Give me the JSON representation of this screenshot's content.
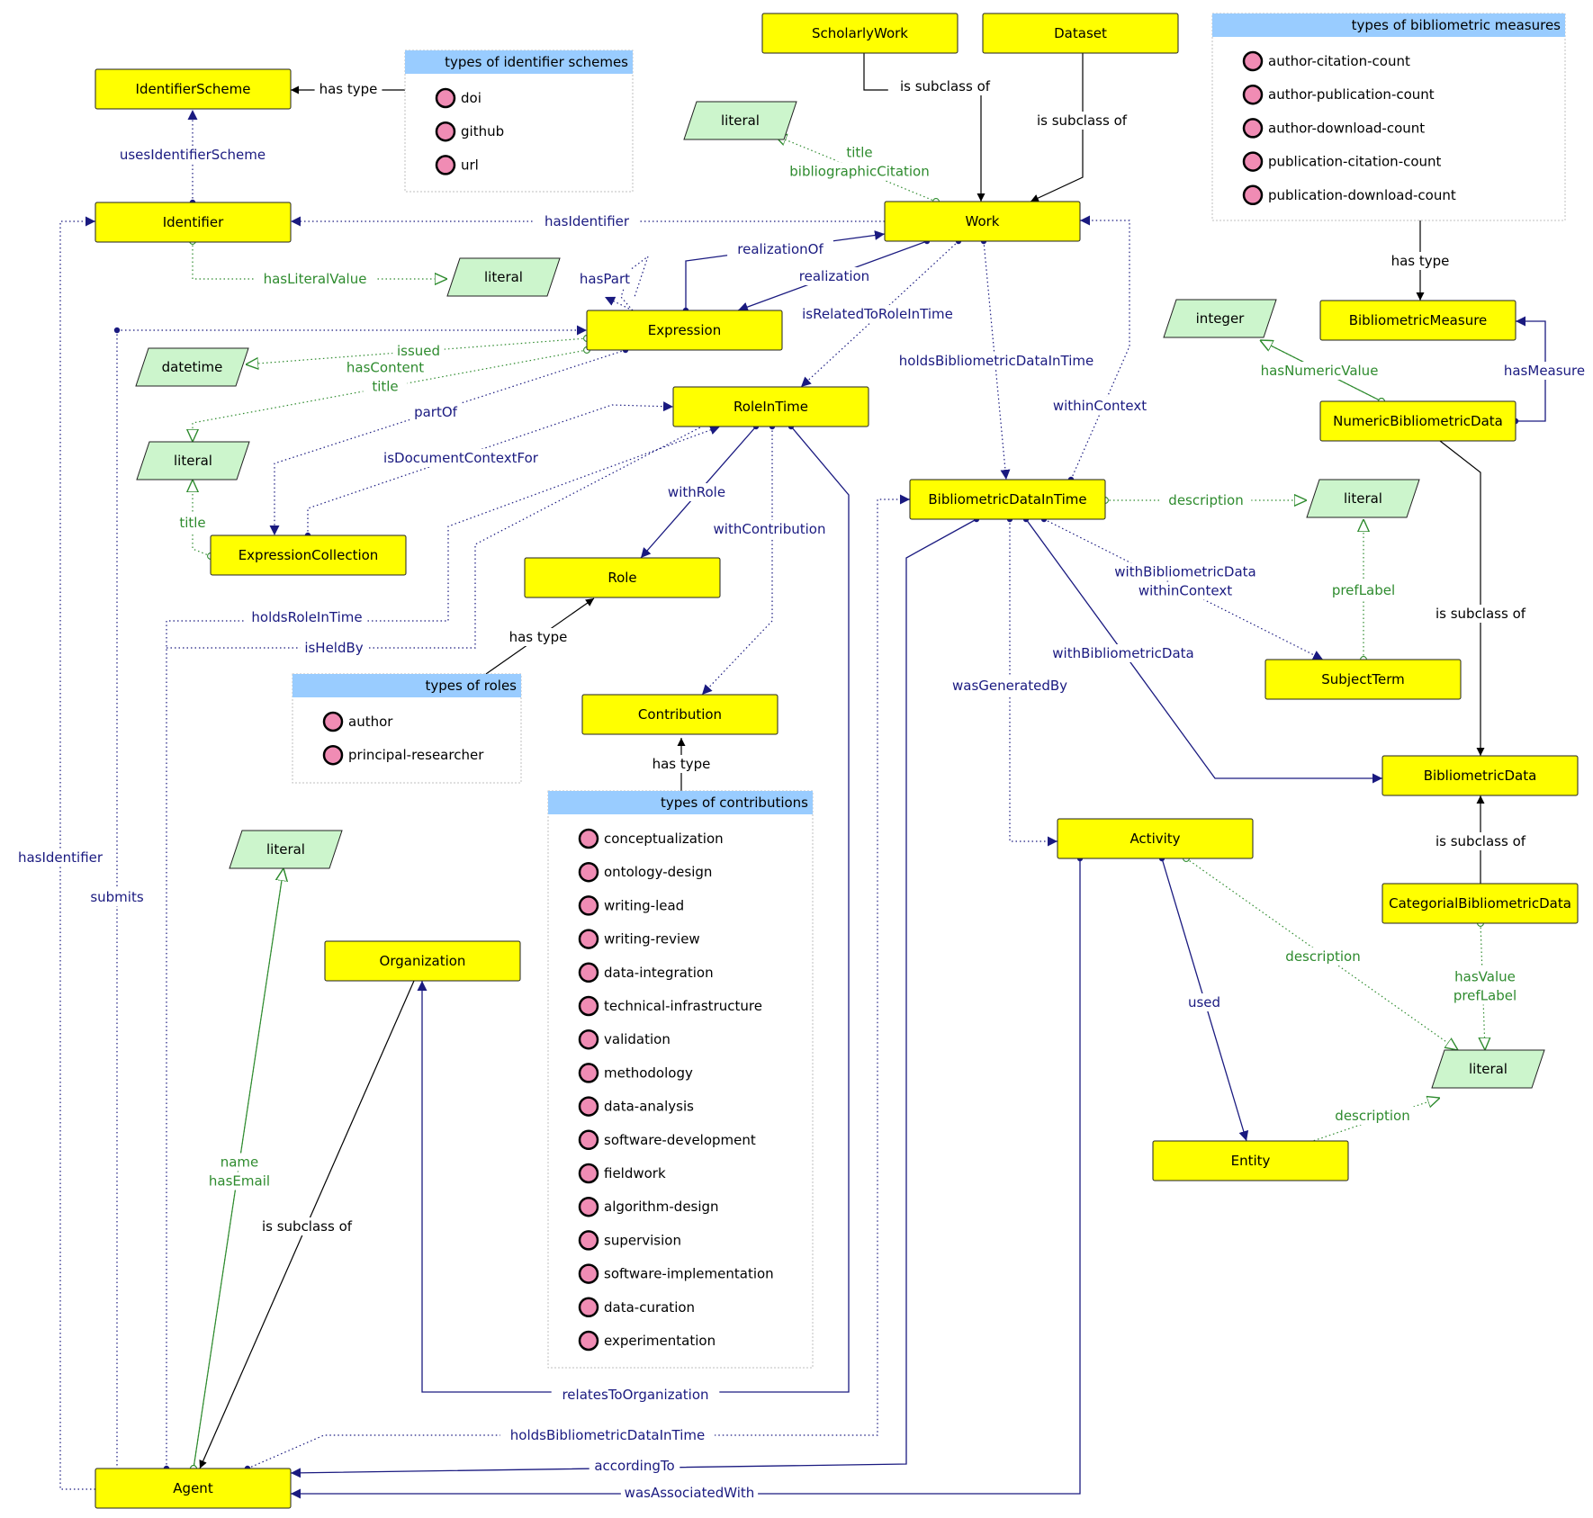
{
  "classes": [
    {
      "id": "ScholarlyWork",
      "label": "ScholarlyWork"
    },
    {
      "id": "Dataset",
      "label": "Dataset"
    },
    {
      "id": "IdentifierScheme",
      "label": "IdentifierScheme"
    },
    {
      "id": "Identifier",
      "label": "Identifier"
    },
    {
      "id": "Work",
      "label": "Work"
    },
    {
      "id": "Expression",
      "label": "Expression"
    },
    {
      "id": "RoleInTime",
      "label": "RoleInTime"
    },
    {
      "id": "ExpressionCollection",
      "label": "ExpressionCollection"
    },
    {
      "id": "Role",
      "label": "Role"
    },
    {
      "id": "Contribution",
      "label": "Contribution"
    },
    {
      "id": "BibliometricDataInTime",
      "label": "BibliometricDataInTime"
    },
    {
      "id": "BibliometricMeasure",
      "label": "BibliometricMeasure"
    },
    {
      "id": "NumericBibliometricData",
      "label": "NumericBibliometricData"
    },
    {
      "id": "SubjectTerm",
      "label": "SubjectTerm"
    },
    {
      "id": "BibliometricData",
      "label": "BibliometricData"
    },
    {
      "id": "CategorialBibliometricData",
      "label": "CategorialBibliometricData"
    },
    {
      "id": "Activity",
      "label": "Activity"
    },
    {
      "id": "Entity",
      "label": "Entity"
    },
    {
      "id": "Organization",
      "label": "Organization"
    },
    {
      "id": "Agent",
      "label": "Agent"
    }
  ],
  "literals": [
    {
      "id": "lit-work",
      "label": "literal"
    },
    {
      "id": "lit-identifier",
      "label": "literal"
    },
    {
      "id": "datetime",
      "label": "datetime"
    },
    {
      "id": "lit-expression",
      "label": "literal"
    },
    {
      "id": "integer",
      "label": "integer"
    },
    {
      "id": "lit-description",
      "label": "literal"
    },
    {
      "id": "lit-agent",
      "label": "literal"
    },
    {
      "id": "lit-categorial",
      "label": "literal"
    }
  ],
  "panels": [
    {
      "id": "identifier-schemes",
      "title": "types of identifier schemes",
      "items": [
        "doi",
        "github",
        "url"
      ]
    },
    {
      "id": "bibliometric-measures",
      "title": "types of bibliometric measures",
      "items": [
        "author-citation-count",
        "author-publication-count",
        "author-download-count",
        "publication-citation-count",
        "publication-download-count"
      ]
    },
    {
      "id": "roles",
      "title": "types of roles",
      "items": [
        "author",
        "principal-researcher"
      ]
    },
    {
      "id": "contributions",
      "title": "types of contributions",
      "items": [
        "conceptualization",
        "ontology-design",
        "writing-lead",
        "writing-review",
        "data-integration",
        "technical-infrastructure",
        "validation",
        "methodology",
        "data-analysis",
        "software-development",
        "fieldwork",
        "algorithm-design",
        "supervision",
        "software-implementation",
        "data-curation",
        "experimentation"
      ]
    }
  ],
  "edge_labels": [
    {
      "id": "e-sw-work",
      "kind": "sub",
      "lines": [
        "is subclass of"
      ]
    },
    {
      "id": "e-ds-work",
      "kind": "sub",
      "lines": [
        "is subclass of"
      ]
    },
    {
      "id": "e-schemes-type",
      "kind": "sub",
      "lines": [
        "has type"
      ]
    },
    {
      "id": "e-usesScheme",
      "kind": "obj",
      "lines": [
        "usesIdentifierScheme"
      ]
    },
    {
      "id": "e-work-literal",
      "kind": "dat",
      "lines": [
        "title",
        "bibliographicCitation"
      ]
    },
    {
      "id": "e-hasIdentifier-work",
      "kind": "obj",
      "lines": [
        "hasIdentifier"
      ]
    },
    {
      "id": "e-hasLiteralValue",
      "kind": "dat",
      "lines": [
        "hasLiteralValue"
      ]
    },
    {
      "id": "e-realizationOf",
      "kind": "obj",
      "lines": [
        "realizationOf"
      ]
    },
    {
      "id": "e-realization",
      "kind": "obj",
      "lines": [
        "realization"
      ]
    },
    {
      "id": "e-hasPart",
      "kind": "obj",
      "lines": [
        "hasPart"
      ]
    },
    {
      "id": "e-isRelatedToRoleInTime",
      "kind": "obj",
      "lines": [
        "isRelatedToRoleInTime"
      ]
    },
    {
      "id": "e-holdsBibliometricDataInTime-work",
      "kind": "obj",
      "lines": [
        "holdsBibliometricDataInTime"
      ]
    },
    {
      "id": "e-withinContext",
      "kind": "obj",
      "lines": [
        "withinContext"
      ]
    },
    {
      "id": "e-issued",
      "kind": "dat",
      "lines": [
        "issued"
      ]
    },
    {
      "id": "e-hasContent",
      "kind": "dat",
      "lines": [
        "hasContent",
        "title"
      ]
    },
    {
      "id": "e-partOf",
      "kind": "obj",
      "lines": [
        "partOf"
      ]
    },
    {
      "id": "e-isDocumentContextFor",
      "kind": "obj",
      "lines": [
        "isDocumentContextFor"
      ]
    },
    {
      "id": "e-collection-title",
      "kind": "dat",
      "lines": [
        "title"
      ]
    },
    {
      "id": "e-withRole",
      "kind": "obj",
      "lines": [
        "withRole"
      ]
    },
    {
      "id": "e-withContribution",
      "kind": "obj",
      "lines": [
        "withContribution"
      ]
    },
    {
      "id": "e-holdsRoleInTime",
      "kind": "obj",
      "lines": [
        "holdsRoleInTime"
      ]
    },
    {
      "id": "e-isHeldBy",
      "kind": "obj",
      "lines": [
        "isHeldBy"
      ]
    },
    {
      "id": "e-role-type",
      "kind": "sub",
      "lines": [
        "has type"
      ]
    },
    {
      "id": "e-contribution-type",
      "kind": "sub",
      "lines": [
        "has type"
      ]
    },
    {
      "id": "e-measures-type",
      "kind": "sub",
      "lines": [
        "has type"
      ]
    },
    {
      "id": "e-hasNumericValue",
      "kind": "dat",
      "lines": [
        "hasNumericValue"
      ]
    },
    {
      "id": "e-hasMeasure",
      "kind": "obj",
      "lines": [
        "hasMeasure"
      ]
    },
    {
      "id": "e-bdit-description",
      "kind": "dat",
      "lines": [
        "description"
      ]
    },
    {
      "id": "e-prefLabel",
      "kind": "dat",
      "lines": [
        "prefLabel"
      ]
    },
    {
      "id": "e-withBibliometricData-context",
      "kind": "obj",
      "lines": [
        "withBibliometricData",
        "withinContext"
      ]
    },
    {
      "id": "e-withBibliometricData",
      "kind": "obj",
      "lines": [
        "withBibliometricData"
      ]
    },
    {
      "id": "e-wasGeneratedBy",
      "kind": "obj",
      "lines": [
        "wasGeneratedBy"
      ]
    },
    {
      "id": "e-numeric-subclass",
      "kind": "sub",
      "lines": [
        "is subclass of"
      ]
    },
    {
      "id": "e-categorial-subclass",
      "kind": "sub",
      "lines": [
        "is subclass of"
      ]
    },
    {
      "id": "e-activity-description",
      "kind": "dat",
      "lines": [
        "description"
      ]
    },
    {
      "id": "e-hasValue",
      "kind": "dat",
      "lines": [
        "hasValue",
        "prefLabel"
      ]
    },
    {
      "id": "e-used",
      "kind": "obj",
      "lines": [
        "used"
      ]
    },
    {
      "id": "e-entity-description",
      "kind": "dat",
      "lines": [
        "description"
      ]
    },
    {
      "id": "e-hasIdentifier-agent",
      "kind": "obj",
      "lines": [
        "hasIdentifier"
      ]
    },
    {
      "id": "e-submits",
      "kind": "obj",
      "lines": [
        "submits"
      ]
    },
    {
      "id": "e-name",
      "kind": "dat",
      "lines": [
        "name",
        "hasEmail"
      ]
    },
    {
      "id": "e-org-subclass",
      "kind": "sub",
      "lines": [
        "is subclass of"
      ]
    },
    {
      "id": "e-relatesToOrganization",
      "kind": "obj",
      "lines": [
        "relatesToOrganization"
      ]
    },
    {
      "id": "e-holdsBibliometricDataInTime-agent",
      "kind": "obj",
      "lines": [
        "holdsBibliometricDataInTime"
      ]
    },
    {
      "id": "e-accordingTo",
      "kind": "obj",
      "lines": [
        "accordingTo"
      ]
    },
    {
      "id": "e-wasAssociatedWith",
      "kind": "obj",
      "lines": [
        "wasAssociatedWith"
      ]
    }
  ],
  "colors": {
    "class_fill": "#ffff00",
    "literal_fill": "#ccf5cc",
    "panel_header": "#99ccff",
    "object_property": "#1a1a80",
    "datatype_property": "#2e8b2e",
    "subclass": "#000000",
    "individual": "#f08cb4"
  }
}
